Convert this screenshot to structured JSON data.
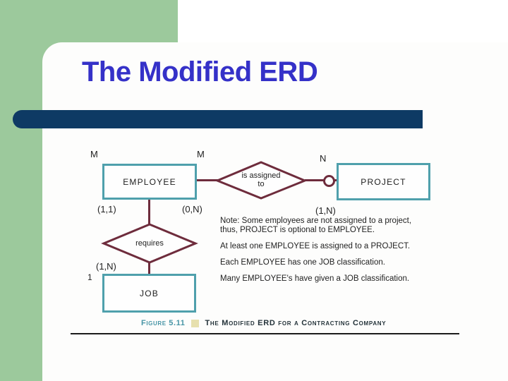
{
  "slide": {
    "title": "The Modified ERD",
    "colors": {
      "accent_green": "#9cc99c",
      "divider_navy": "#0e3a64",
      "title_blue": "#3531c8",
      "entity_border_teal": "#4fa0ac",
      "relationship_maroon": "#6e2c3c",
      "caption_teal": "#4795a6",
      "caption_square_beige": "#e7e0ae"
    }
  },
  "diagram": {
    "entities": {
      "employee": "EMPLOYEE",
      "project": "PROJECT",
      "job": "JOB"
    },
    "relationships": {
      "assigned_line1": "is assigned",
      "assigned_line2": "to",
      "requires": "requires"
    },
    "connectivity": {
      "employee_top_left": "M",
      "employee_top_right": "M",
      "project_top": "N",
      "job_side": "1"
    },
    "cardinalities": {
      "employee_left": "(1,1)",
      "employee_right": "(0,N)",
      "project": "(1,N)",
      "job": "(1,N)"
    },
    "notes": {
      "line1": "Note:  Some employees are not assigned to a project,",
      "line2": "thus, PROJECT is optional to EMPLOYEE.",
      "line3": "At least one EMPLOYEE is assigned to a PROJECT.",
      "line4": "Each EMPLOYEE has one JOB classification.",
      "line5": "Many EMPLOYEE's have given a JOB classification."
    },
    "caption": {
      "figure_label": "Figure 5.11",
      "text": "The Modified ERD for a Contracting Company"
    }
  }
}
